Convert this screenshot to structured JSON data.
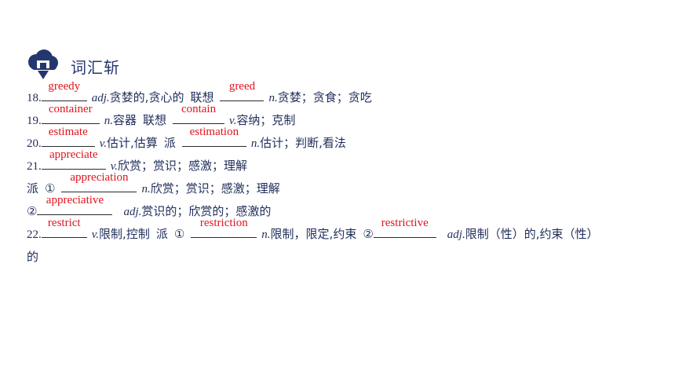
{
  "header": {
    "title": "词汇斩",
    "logo_icon": "cloud-arrow-down-icon",
    "accent": "#23376f"
  },
  "answer_color": "#e0141c",
  "items": {
    "i18": {
      "num": "18.",
      "ans1": "greedy",
      "pos1": "adj.",
      "def1": "贪婪的,贪心的",
      "kw": "联想",
      "ans2": "greed",
      "pos2": "n.",
      "def2": "贪婪；贪食；贪吃"
    },
    "i19": {
      "num": "19.",
      "ans1": "container",
      "pos1": "n.",
      "def1": "容器",
      "kw": "联想",
      "ans2": "contain",
      "pos2": "v.",
      "def2": "容纳；克制"
    },
    "i20": {
      "num": "20.",
      "ans1": "estimate",
      "pos1": "v.",
      "def1": "估计,估算",
      "kw": "派",
      "ans2": "estimation",
      "pos2": "n.",
      "def2": "估计；判断,看法"
    },
    "i21": {
      "num": "21.",
      "ans1": "appreciate",
      "pos1": "v.",
      "def1": "欣赏；赏识；感激；理解",
      "kw": "派",
      "m1": "①",
      "ans2": "appreciation",
      "pos2": "n.",
      "def2": "欣赏；赏识；感激；理解",
      "m2": "②",
      "ans3": "appreciative",
      "pos3": "adj.",
      "def3": "赏识的；欣赏的；感激的"
    },
    "i22": {
      "num": "22.",
      "ans1": "restrict",
      "pos1": "v.",
      "def1": "限制,控制",
      "kw": "派",
      "m1": "①",
      "ans2": "restriction",
      "pos2": "n.",
      "def2": "限制，限定,约束",
      "m2": "②",
      "ans3": "restrictive",
      "pos3": "adj.",
      "def3": "限制（性）的,约束（性）",
      "tail": "的"
    }
  }
}
